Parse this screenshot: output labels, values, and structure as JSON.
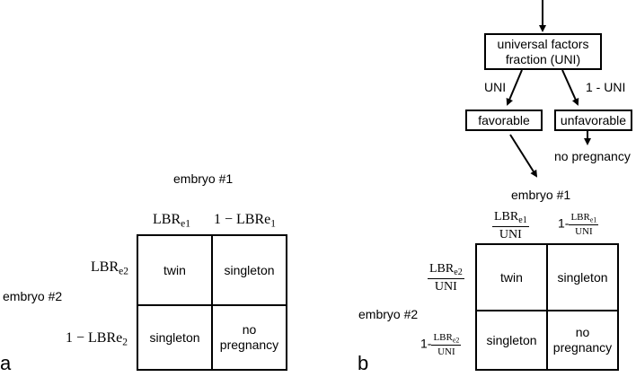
{
  "panel_a": {
    "letter": "a",
    "col_header": "embryo #1",
    "row_header": "embryo #2",
    "col_labels": [
      {
        "base": "LBR",
        "sub": "e1"
      },
      {
        "prefix": "1 − LBRe",
        "sub": "1"
      }
    ],
    "row_labels": [
      {
        "base": "LBR",
        "sub": "e2"
      },
      {
        "prefix": "1 − LBRe",
        "sub": "2"
      }
    ],
    "cells": [
      "twin",
      "singleton",
      "singleton",
      "no\npregnancy"
    ]
  },
  "panel_b": {
    "letter": "b",
    "top_box": "universal factors\nfraction (UNI)",
    "arrow_left_label": "UNI",
    "arrow_right_label": "1 - UNI",
    "favorable_box": "favorable",
    "unfavorable_box": "unfavorable",
    "no_pregnancy_label": "no pregnancy",
    "col_header": "embryo #1",
    "row_header": "embryo #2",
    "col_labels": [
      {
        "prefix": "",
        "num_base": "LBR",
        "num_sub": "e1",
        "den": "UNI"
      },
      {
        "prefix": "1-",
        "num_base": "LBR",
        "num_sub": "e1",
        "den": "UNI"
      }
    ],
    "row_labels": [
      {
        "prefix": "",
        "num_base": "LBR",
        "num_sub": "e2",
        "den": "UNI"
      },
      {
        "prefix": "1-",
        "num_base": "LBR",
        "num_sub": "e2",
        "den": "UNI"
      }
    ],
    "cells": [
      "twin",
      "singleton",
      "singleton",
      "no\npregnancy"
    ]
  }
}
